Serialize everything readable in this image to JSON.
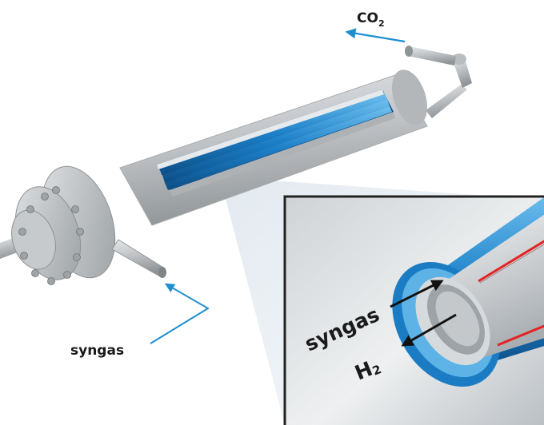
{
  "labels": {
    "co2_main": "CO",
    "co2_sub": "2",
    "syngas_outer": "syngas",
    "syngas_inset": "syngas",
    "h2_main": "H",
    "h2_sub": "2"
  },
  "colors": {
    "arrow_blue": "#1e8fd0",
    "tube_blue": "#1d7ec4",
    "steel": "#c9cccf",
    "steel_dark": "#8e9396",
    "membrane_red": "#e32222",
    "inset_frame": "#222222"
  }
}
